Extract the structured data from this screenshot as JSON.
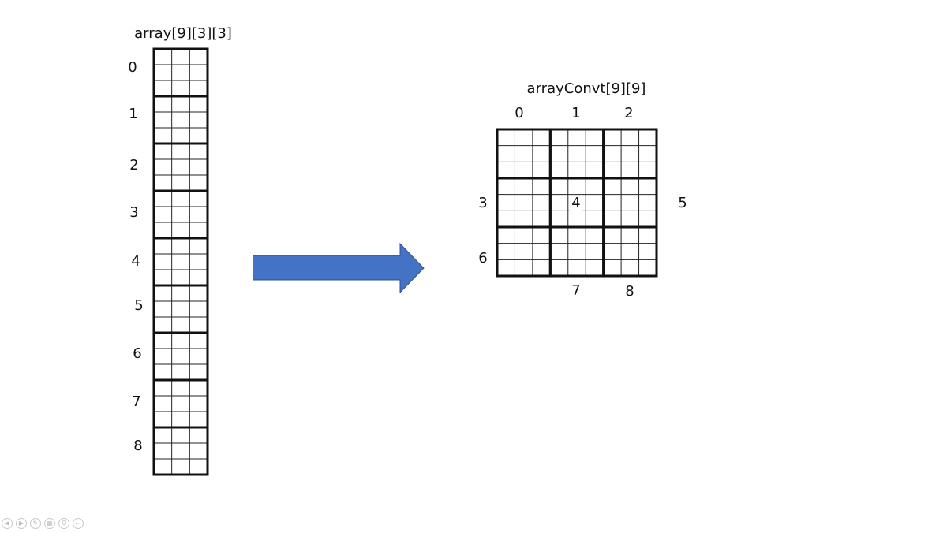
{
  "left_array": {
    "title": "array[9][3][3]",
    "block_labels": [
      "0",
      "1",
      "2",
      "3",
      "4",
      "5",
      "6",
      "7",
      "8"
    ]
  },
  "right_array": {
    "title": "arrayConvt[9][9]",
    "block_labels": [
      "0",
      "1",
      "2",
      "3",
      "4",
      "5",
      "6",
      "7",
      "8"
    ]
  },
  "arrow": {
    "color": "#4472C4"
  },
  "toolbar": {
    "icons": [
      "prev-icon",
      "next-icon",
      "pen-icon",
      "slides-icon",
      "zoom-icon",
      "more-icon"
    ]
  }
}
